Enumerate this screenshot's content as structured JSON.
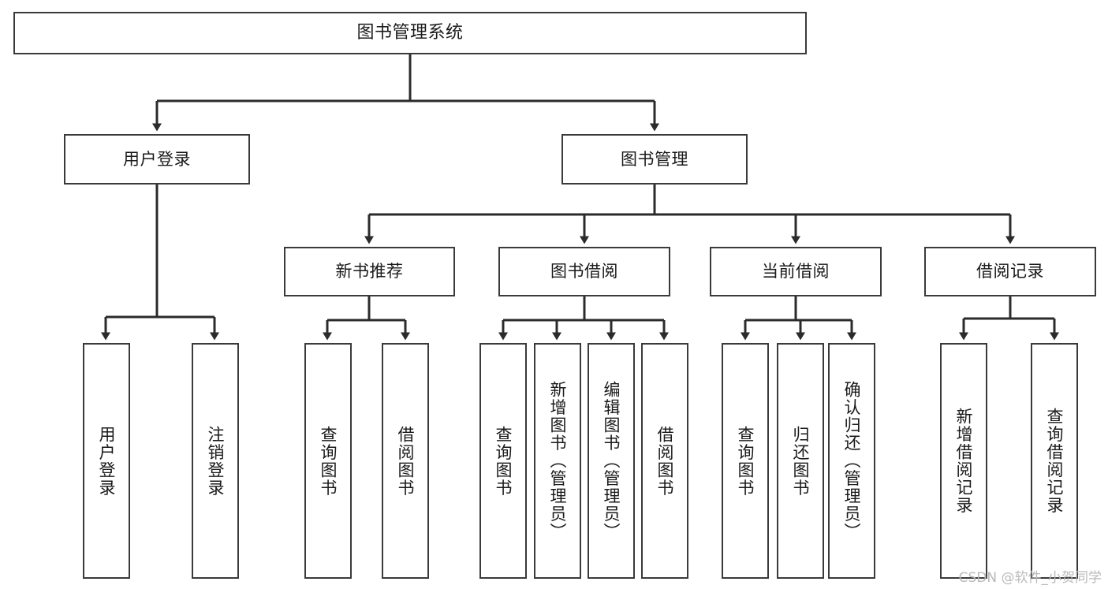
{
  "diagram": {
    "title": "图书管理系统",
    "type": "tree-hierarchy",
    "watermark": "CSDN @软件_小贺同学",
    "colors": {
      "box_border": "#3a3a3a",
      "box_fill": "#ffffff",
      "edge": "#2b2b2b",
      "text": "#1a1a1a",
      "watermark": "#b9b9b9",
      "background": "#ffffff"
    },
    "root": {
      "label": "图书管理系统"
    },
    "level2": [
      {
        "label": "用户登录"
      },
      {
        "label": "图书管理"
      }
    ],
    "level3": [
      {
        "label": "新书推荐"
      },
      {
        "label": "图书借阅"
      },
      {
        "label": "当前借阅"
      },
      {
        "label": "借阅记录"
      }
    ],
    "leaves": {
      "user_login": [
        {
          "label": "用户登录"
        },
        {
          "label": "注销登录"
        }
      ],
      "new_book_recommend": [
        {
          "label": "查询图书"
        },
        {
          "label": "借阅图书"
        }
      ],
      "book_borrow": [
        {
          "label": "查询图书"
        },
        {
          "label": "新增图书（管理员）"
        },
        {
          "label": "编辑图书（管理员）"
        },
        {
          "label": "借阅图书"
        }
      ],
      "current_borrow": [
        {
          "label": "查询图书"
        },
        {
          "label": "归还图书"
        },
        {
          "label": "确认归还（管理员）"
        }
      ],
      "borrow_record": [
        {
          "label": "新增借阅记录"
        },
        {
          "label": "查询借阅记录"
        }
      ]
    }
  },
  "chart_data": {
    "type": "table",
    "title": "图书管理系统 功能结构树",
    "nodes": [
      {
        "id": "root",
        "label": "图书管理系统",
        "level": 0,
        "parent": null
      },
      {
        "id": "n-user-login",
        "label": "用户登录",
        "level": 1,
        "parent": "root"
      },
      {
        "id": "n-book-manage",
        "label": "图书管理",
        "level": 1,
        "parent": "root"
      },
      {
        "id": "n-new-book",
        "label": "新书推荐",
        "level": 2,
        "parent": "n-book-manage"
      },
      {
        "id": "n-book-borrow",
        "label": "图书借阅",
        "level": 2,
        "parent": "n-book-manage"
      },
      {
        "id": "n-current-borrow",
        "label": "当前借阅",
        "level": 2,
        "parent": "n-book-manage"
      },
      {
        "id": "n-borrow-record",
        "label": "借阅记录",
        "level": 2,
        "parent": "n-book-manage"
      },
      {
        "id": "l-user-login-1",
        "label": "用户登录",
        "level": 2,
        "parent": "n-user-login"
      },
      {
        "id": "l-user-login-2",
        "label": "注销登录",
        "level": 2,
        "parent": "n-user-login"
      },
      {
        "id": "l-new-book-1",
        "label": "查询图书",
        "level": 3,
        "parent": "n-new-book"
      },
      {
        "id": "l-new-book-2",
        "label": "借阅图书",
        "level": 3,
        "parent": "n-new-book"
      },
      {
        "id": "l-book-borrow-1",
        "label": "查询图书",
        "level": 3,
        "parent": "n-book-borrow"
      },
      {
        "id": "l-book-borrow-2",
        "label": "新增图书（管理员）",
        "level": 3,
        "parent": "n-book-borrow"
      },
      {
        "id": "l-book-borrow-3",
        "label": "编辑图书（管理员）",
        "level": 3,
        "parent": "n-book-borrow"
      },
      {
        "id": "l-book-borrow-4",
        "label": "借阅图书",
        "level": 3,
        "parent": "n-book-borrow"
      },
      {
        "id": "l-current-borrow-1",
        "label": "查询图书",
        "level": 3,
        "parent": "n-current-borrow"
      },
      {
        "id": "l-current-borrow-2",
        "label": "归还图书",
        "level": 3,
        "parent": "n-current-borrow"
      },
      {
        "id": "l-current-borrow-3",
        "label": "确认归还（管理员）",
        "level": 3,
        "parent": "n-current-borrow"
      },
      {
        "id": "l-borrow-record-1",
        "label": "新增借阅记录",
        "level": 3,
        "parent": "n-borrow-record"
      },
      {
        "id": "l-borrow-record-2",
        "label": "查询借阅记录",
        "level": 3,
        "parent": "n-borrow-record"
      }
    ]
  }
}
